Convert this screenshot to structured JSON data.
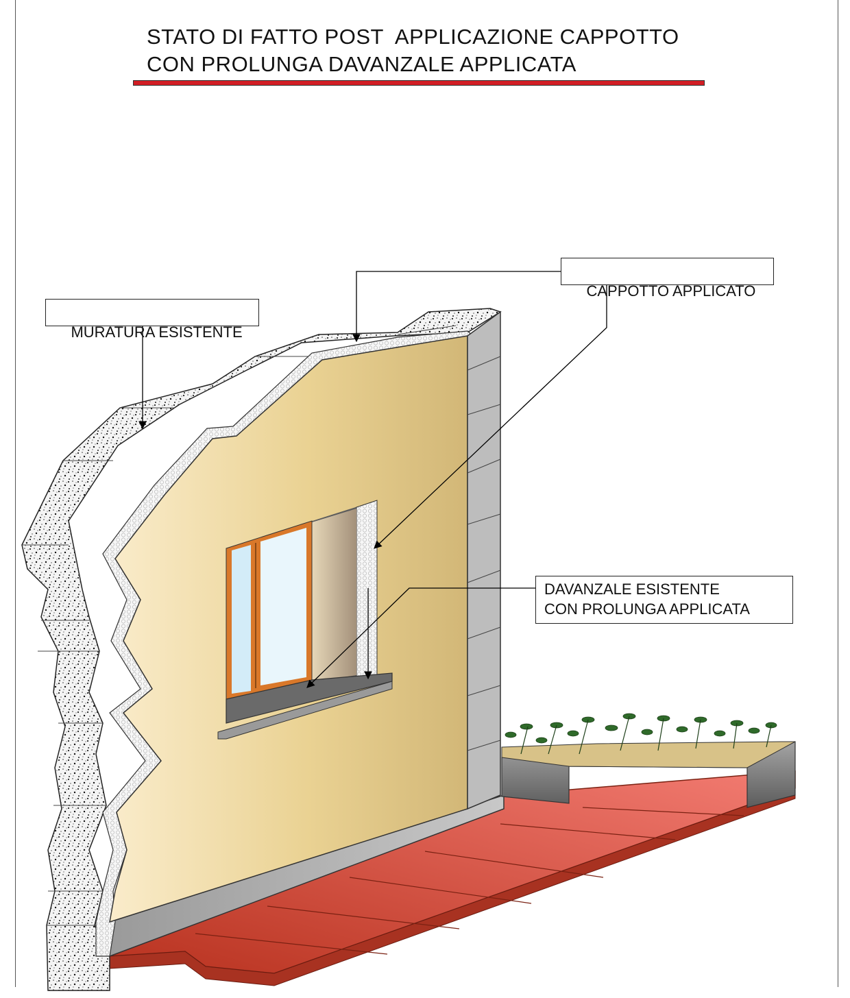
{
  "title": {
    "line1": "STATO DI FATTO POST  APPLICAZIONE CAPPOTTO",
    "line2": "CON PROLUNGA DAVANZALE APPLICATA",
    "underline_color": "#d21d24"
  },
  "labels": {
    "muratura": "MURATURA ESISTENTE",
    "cappotto": "CAPPOTTO APPLICATO",
    "davanzale_line1": "DAVANZALE ESISTENTE",
    "davanzale_line2": "CON PROLUNGA APPLICATA"
  },
  "colors": {
    "plaster": "#e6cf93",
    "plaster_light": "#f6e3b4",
    "masonry": "#f2f2f2",
    "insulation": "#f4f4f4",
    "base_grey": "#8f8f8f",
    "paving_red": "#d8503c",
    "paving_light": "#f07b6e",
    "window_frame": "#d9782a",
    "glass": "#cfe9f7",
    "planter_grey": "#7d7d7d",
    "plants": "#2f6a2a"
  }
}
